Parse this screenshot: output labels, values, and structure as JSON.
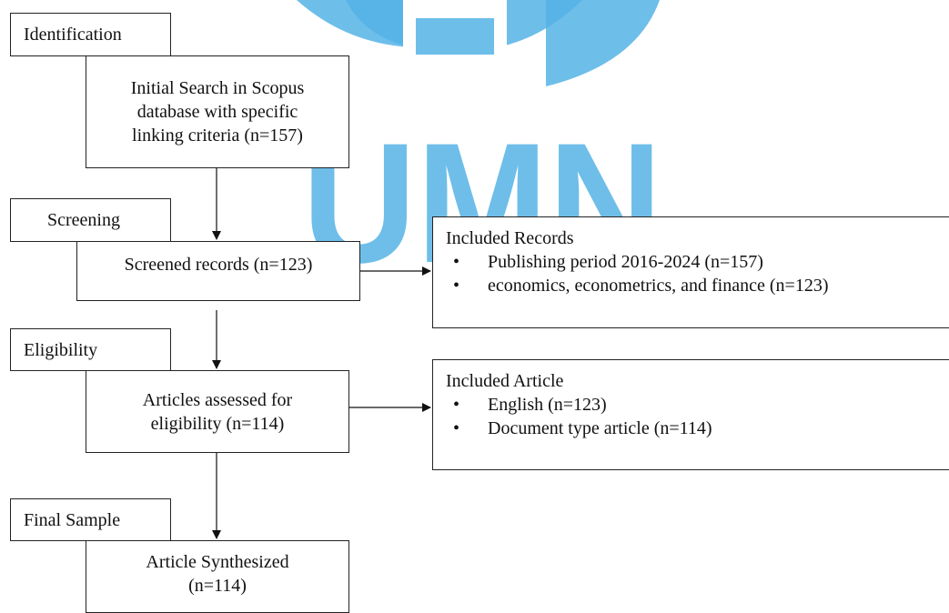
{
  "watermark": {
    "logo_text": "UMN",
    "color": "#55b3e6"
  },
  "stages": {
    "identification": "Identification",
    "screening": "Screening",
    "eligibility": "Eligibility",
    "final_sample": "Final Sample"
  },
  "boxes": {
    "initial_search": {
      "line1": "Initial Search in Scopus",
      "line2": "database with specific",
      "line3": "linking criteria (n=157)"
    },
    "screened_records": {
      "line1": "Screened records (n=123)"
    },
    "articles_assessed": {
      "line1": "Articles assessed for",
      "line2": "eligibility (n=114)"
    },
    "article_synthesized": {
      "line1": "Article Synthesized",
      "line2": "(n=114)"
    }
  },
  "included_records": {
    "title": "Included Records",
    "items": [
      "Publishing period 2016-2024 (n=157)",
      "economics, econometrics, and finance (n=123)"
    ]
  },
  "included_article": {
    "title": "Included Article",
    "items": [
      "English (n=123)",
      "Document type article (n=114)"
    ]
  },
  "bullet_char": "•"
}
